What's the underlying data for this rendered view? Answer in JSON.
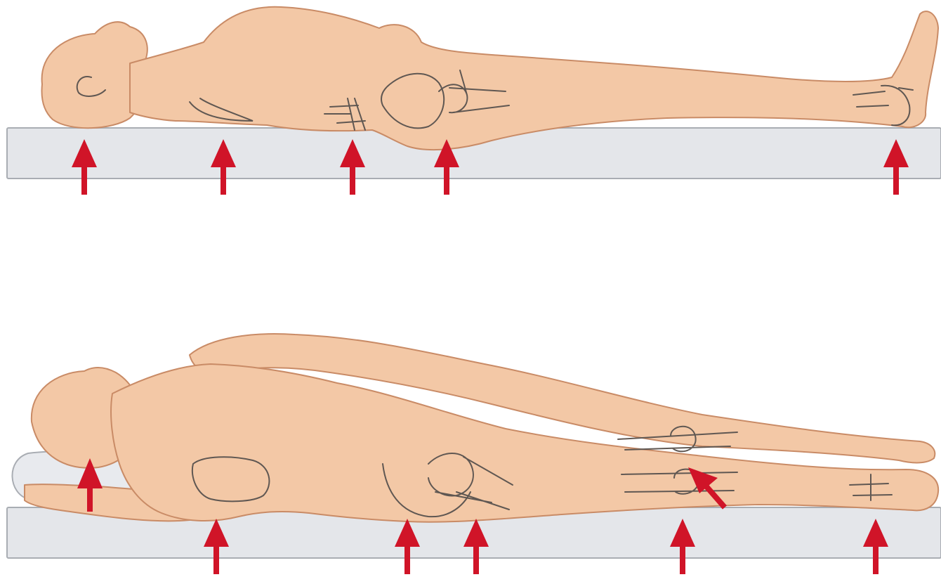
{
  "colors": {
    "skin": "#f3c8a6",
    "outline": "#c98b66",
    "bone": "#5f5752",
    "mattress_fill": "#e4e6ea",
    "mattress_edge": "#a9adb3",
    "pillow_fill": "#e8eaee",
    "pressure_arrow": "#d01428"
  },
  "scenes": [
    {
      "posture": "supine",
      "pressure_points": [
        "occiput",
        "scapula",
        "elbow",
        "sacrum",
        "heel"
      ]
    },
    {
      "posture": "lateral",
      "pressure_points": [
        "ear",
        "shoulder",
        "iliac-crest",
        "trochanter",
        "knee",
        "ankle"
      ]
    }
  ]
}
